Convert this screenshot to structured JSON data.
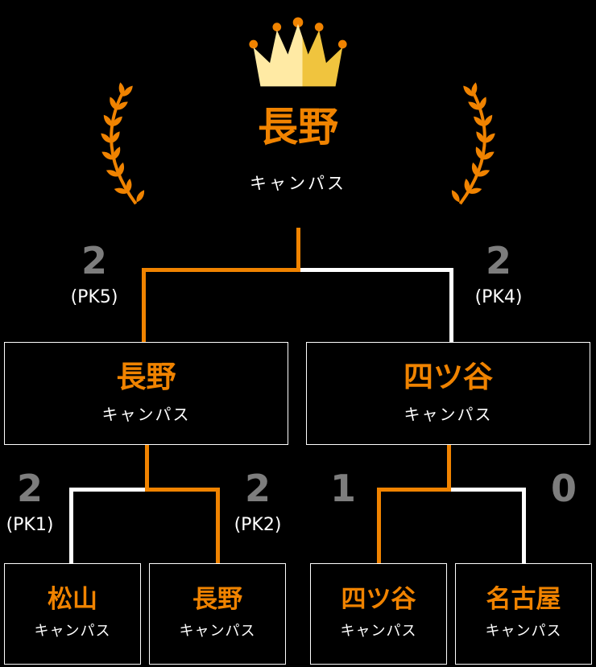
{
  "colors": {
    "background": "#000000",
    "accent_orange": "#f08300",
    "line_white": "#ffffff",
    "score_gray": "#7d7d7d",
    "crown_light": "#ffeaa4",
    "crown_gold": "#f0c43e"
  },
  "icons": {
    "crown": "crown-icon",
    "laurel": "laurel-wreath-icon"
  },
  "champion": {
    "name": "長野",
    "suffix": "キャンパス"
  },
  "final": {
    "left": {
      "name": "長野",
      "suffix": "キャンパス",
      "score": "2",
      "pk": "(PK5)",
      "winner": true
    },
    "right": {
      "name": "四ツ谷",
      "suffix": "キャンパス",
      "score": "2",
      "pk": "(PK4)",
      "winner": false
    }
  },
  "round1": [
    {
      "name": "松山",
      "suffix": "キャンパス",
      "score": "2",
      "pk": "(PK1)",
      "winner": false
    },
    {
      "name": "長野",
      "suffix": "キャンパス",
      "score": "2",
      "pk": "(PK2)",
      "winner": true
    },
    {
      "name": "四ツ谷",
      "suffix": "キャンパス",
      "score": "1",
      "pk": "",
      "winner": true
    },
    {
      "name": "名古屋",
      "suffix": "キャンパス",
      "score": "0",
      "pk": "",
      "winner": false
    }
  ]
}
